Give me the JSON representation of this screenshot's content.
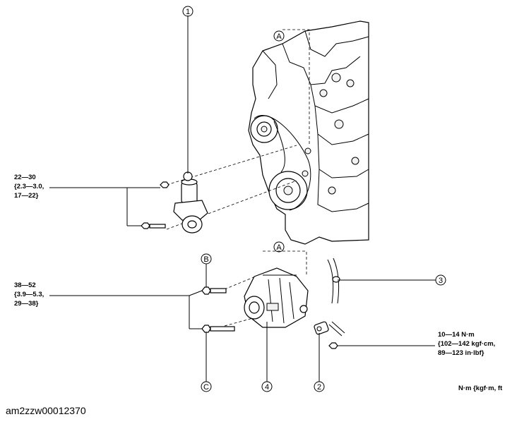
{
  "callouts": {
    "c1": "1",
    "c2": "2",
    "c3": "3",
    "c4": "4",
    "A_top": "A",
    "A_mid": "A",
    "B": "B",
    "C": "C"
  },
  "torque_specs": {
    "tensioner": [
      "22—30",
      "{2.3—3.0,",
      "17—22}"
    ],
    "generator": [
      "38—52",
      "{3.9—5.3,",
      "29—38}"
    ],
    "terminal_nut": [
      "10—14 N·m",
      "{102—142 kgf·cm,",
      "89—123 in·lbf}"
    ]
  },
  "units_label": "N·m {kgf·m, ft",
  "figure_id": "am2zzw00012370"
}
